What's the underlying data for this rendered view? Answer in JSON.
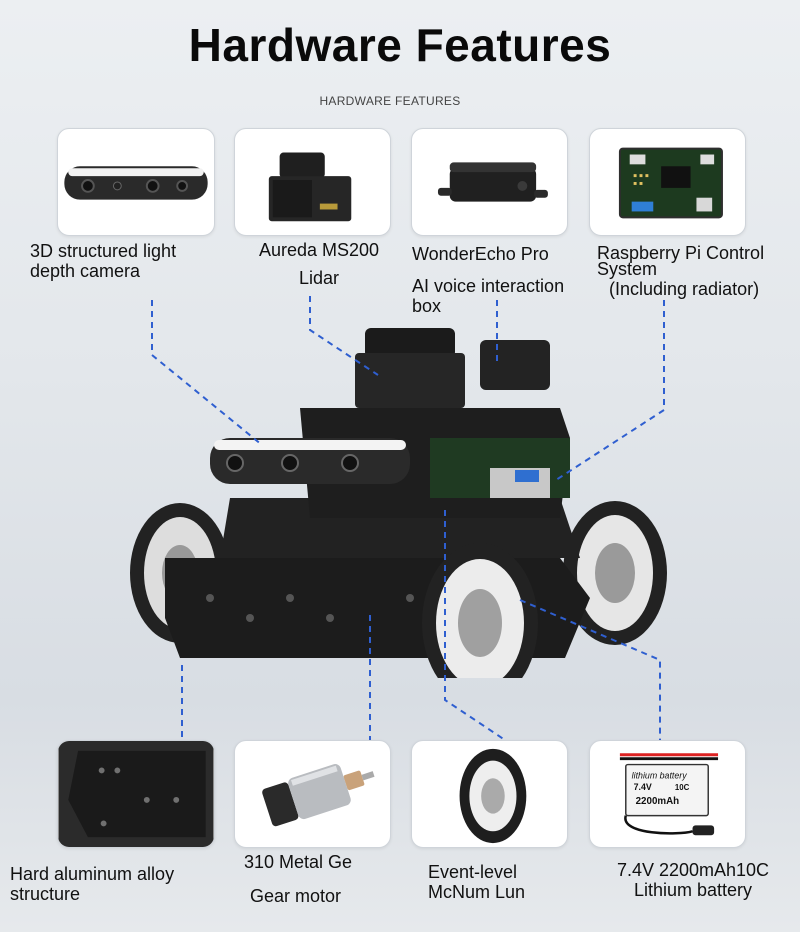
{
  "header": {
    "title": "Hardware Features",
    "subtitle": "HARDWARE FEATURES"
  },
  "top_cards": [
    {
      "icon": "depth-camera-icon",
      "label_line1": "3D structured light",
      "label_line2": "depth camera"
    },
    {
      "icon": "lidar-icon",
      "label_line1": "Aureda MS200",
      "label_line2": "Lidar"
    },
    {
      "icon": "voice-box-icon",
      "label_line1": "WonderEcho Pro",
      "label_line2": "AI voice interaction",
      "label_line3": "box"
    },
    {
      "icon": "control-board-icon",
      "label_line1": "Raspberry Pi Control",
      "label_line2": "System",
      "label_line3": "(Including radiator)"
    }
  ],
  "bottom_cards": [
    {
      "icon": "aluminum-frame-icon",
      "label_line1": "Hard aluminum alloy",
      "label_line2": "structure"
    },
    {
      "icon": "gear-motor-icon",
      "label_line1": "310 Metal Ge",
      "label_line2": "Gear motor"
    },
    {
      "icon": "mecanum-wheel-icon",
      "label_line1": "Event-level",
      "label_line2": "McNum Lun"
    },
    {
      "icon": "battery-icon",
      "label_line1": "7.4V 2200mAh10C",
      "label_line2": "Lithium battery",
      "battery_text1": "lithium battery",
      "battery_text2": "7.4V",
      "battery_text3": "10C",
      "battery_text4": "2200mAh"
    }
  ],
  "colors": {
    "dash": "#2f5fd0",
    "card_border": "#cfd4da",
    "robot_dark": "#1c1c1c"
  }
}
